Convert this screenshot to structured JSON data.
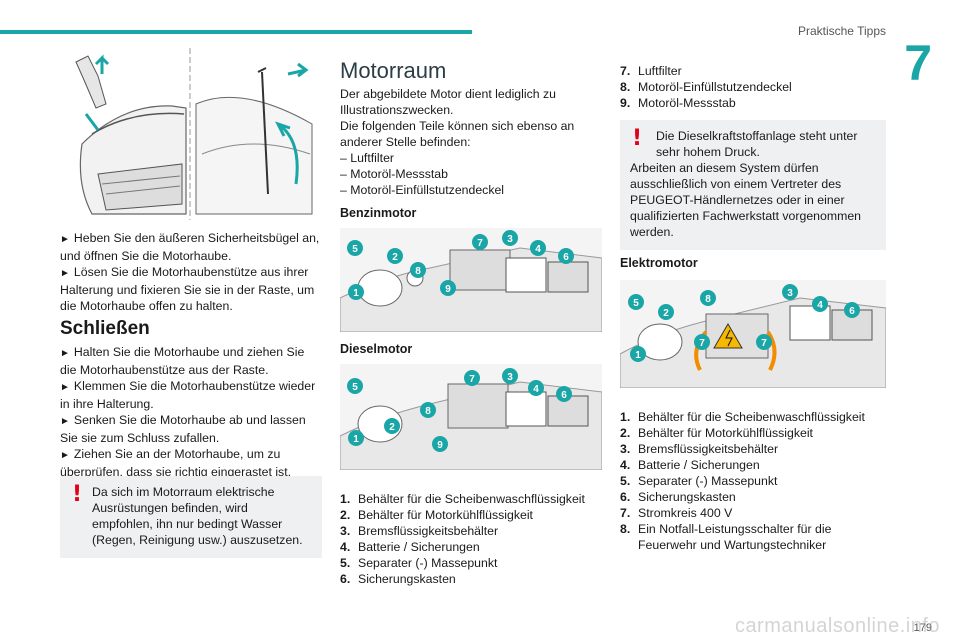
{
  "header": {
    "section_title": "Praktische Tipps",
    "chapter_number": "7"
  },
  "col1": {
    "open_steps": [
      "Heben Sie den äußeren Sicherheitsbügel an, und öffnen Sie die Motorhaube.",
      "Lösen Sie die Motorhaubenstütze aus ihrer Halterung und fixieren Sie sie in der Raste, um die Motorhaube offen zu halten."
    ],
    "close_heading": "Schließen",
    "close_steps": [
      "Halten Sie die Motorhaube und ziehen Sie die Motorhaubenstütze aus der Raste.",
      "Klemmen Sie die Motorhaubenstütze wieder in ihre Halterung.",
      "Senken Sie die Motorhaube ab und lassen Sie sie zum Schluss zufallen.",
      "Ziehen Sie an der Motorhaube, um zu überprüfen, dass sie richtig eingerastet ist."
    ],
    "warning": "Da sich im Motorraum elektrische Ausrüstungen befinden, wird empfohlen, ihn nur bedingt Wasser (Regen, Reinigung usw.) auszusetzen."
  },
  "col2": {
    "title": "Motorraum",
    "intro_lines": [
      "Der abgebildete Motor dient lediglich zu Illustrationszwecken.",
      "Die folgenden Teile können sich ebenso an anderer Stelle befinden:",
      "– Luftfilter",
      "– Motoröl-Messstab",
      "– Motoröl-Einfüllstutzendeckel"
    ],
    "petrol_heading": "Benzinmotor",
    "diesel_heading": "Dieselmotor",
    "list": [
      {
        "n": "1.",
        "t": "Behälter für die Scheibenwaschflüssigkeit"
      },
      {
        "n": "2.",
        "t": "Behälter für Motorkühlflüssigkeit"
      },
      {
        "n": "3.",
        "t": "Bremsflüssigkeitsbehälter"
      },
      {
        "n": "4.",
        "t": "Batterie / Sicherungen"
      },
      {
        "n": "5.",
        "t": "Separater (-) Massepunkt"
      },
      {
        "n": "6.",
        "t": "Sicherungskasten"
      }
    ]
  },
  "col3": {
    "list_top": [
      {
        "n": "7.",
        "t": "Luftfilter"
      },
      {
        "n": "8.",
        "t": "Motoröl-Einfüllstutzendeckel"
      },
      {
        "n": "9.",
        "t": "Motoröl-Messstab"
      }
    ],
    "warning_first": "Die Dieselkraftstoffanlage steht unter sehr hohem Druck.",
    "warning_rest": "Arbeiten an diesem System dürfen ausschließlich von einem Vertreter des PEUGEOT-Händlernetzes oder in einer qualifizierten Fachwerkstatt vorgenommen werden.",
    "electric_heading": "Elektromotor",
    "list_bottom": [
      {
        "n": "1.",
        "t": "Behälter für die Scheibenwaschflüssigkeit"
      },
      {
        "n": "2.",
        "t": "Behälter für Motorkühlflüssigkeit"
      },
      {
        "n": "3.",
        "t": "Bremsflüssigkeitsbehälter"
      },
      {
        "n": "4.",
        "t": "Batterie / Sicherungen"
      },
      {
        "n": "5.",
        "t": "Separater (-) Massepunkt"
      },
      {
        "n": "6.",
        "t": "Sicherungskasten"
      },
      {
        "n": "7.",
        "t": "Stromkreis 400 V"
      },
      {
        "n": "8.",
        "t": "Ein Notfall-Leistungsschalter für die Feuerwehr und Wartungstechniker"
      }
    ]
  },
  "footer": {
    "page_number": "179",
    "watermark": "carmanualsonline.info"
  },
  "colors": {
    "accent": "#1aa6a6",
    "warning": "#e2001a",
    "callout": "#1aa6a6"
  }
}
